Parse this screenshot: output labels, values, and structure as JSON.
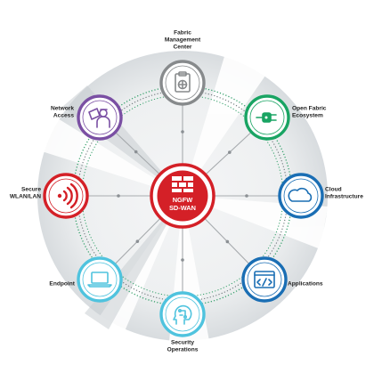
{
  "center": {
    "line1": "NGFW",
    "line2": "SD-WAN",
    "color": "#d42027"
  },
  "nodes": [
    {
      "id": "fmc",
      "lines": [
        "Fabric",
        "Management",
        "Center"
      ],
      "icon": "clipboard-globe-icon",
      "color": "#878a8c"
    },
    {
      "id": "open",
      "lines": [
        "Open Fabric",
        "Ecosystem"
      ],
      "icon": "plug-connector-icon",
      "color": "#19a463"
    },
    {
      "id": "cloud",
      "lines": [
        "Cloud",
        "Infrastructure"
      ],
      "icon": "cloud-icon",
      "color": "#1a6eb4"
    },
    {
      "id": "apps",
      "lines": [
        "Applications"
      ],
      "icon": "code-window-icon",
      "color": "#1a6eb4"
    },
    {
      "id": "secops",
      "lines": [
        "Security",
        "Operations"
      ],
      "icon": "brain-circuit-icon",
      "color": "#4fc3de"
    },
    {
      "id": "endpoint",
      "lines": [
        "Endpoint"
      ],
      "icon": "laptop-icon",
      "color": "#4fc3de"
    },
    {
      "id": "wlan",
      "lines": [
        "Secure",
        "WLAN/LAN"
      ],
      "icon": "wireless-signal-icon",
      "color": "#d42027"
    },
    {
      "id": "access",
      "lines": [
        "Network",
        "Access"
      ],
      "icon": "user-badge-icon",
      "color": "#7a4fa3"
    }
  ],
  "ring_colors": {
    "dots_outer": "#34a06a",
    "dots_inner": "#6f777b",
    "disc": "#e3e6e8",
    "spoke": "#a8acaf"
  }
}
